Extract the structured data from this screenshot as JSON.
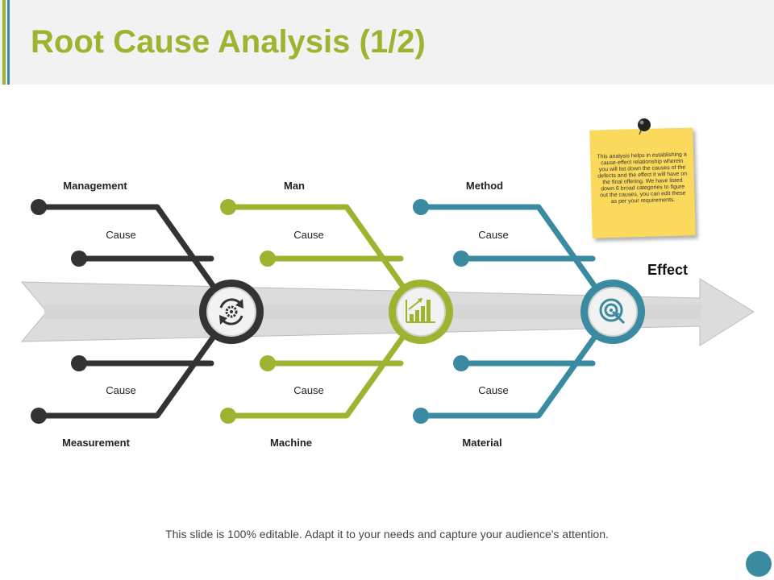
{
  "title": "Root Cause Analysis (1/2)",
  "categories": {
    "management": "Management",
    "man": "Man",
    "method": "Method",
    "measurement": "Measurement",
    "machine": "Machine",
    "material": "Material"
  },
  "causes": {
    "top1": "Cause",
    "top2": "Cause",
    "top3": "Cause",
    "bottom1": "Cause",
    "bottom2": "Cause",
    "bottom3": "Cause"
  },
  "effect": "Effect",
  "note": "This analysis helps in establishing a cause-effect relationship wherein you will list down the causes of the defects and the effect it will have on the final offering. We have listed down 6 broad categories to figure out the causes, you can edit these as per your requirements.",
  "footer": "This slide is 100% editable. Adapt it to your needs and capture your audience's attention.",
  "colors": {
    "dark": "#333333",
    "green": "#9cb430",
    "teal": "#3a8ba1",
    "note": "#fbd95c"
  },
  "icons": [
    "refresh-gear-icon",
    "bar-chart-growth-icon",
    "target-icon",
    "push-pin-icon"
  ]
}
